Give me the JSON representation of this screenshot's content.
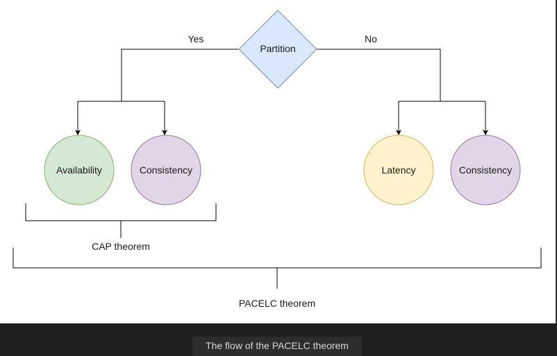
{
  "diagram": {
    "decision_node": "Partition",
    "branches": {
      "yes_label": "Yes",
      "no_label": "No"
    },
    "nodes": {
      "availability": "Availability",
      "consistency_left": "Consistency",
      "latency": "Latency",
      "consistency_right": "Consistency"
    },
    "groups": {
      "cap": "CAP theorem",
      "pacelc": "PACELC theorem"
    },
    "colors": {
      "decision_fill": "#dae8fc",
      "decision_stroke": "#6c8ebf",
      "availability_fill": "#d5e8d4",
      "availability_stroke": "#82b366",
      "consistency_fill": "#e1d5e7",
      "consistency_stroke": "#9673a6",
      "latency_fill": "#fff2cc",
      "latency_stroke": "#d6b656"
    }
  },
  "caption": "The flow of the PACELC theorem"
}
